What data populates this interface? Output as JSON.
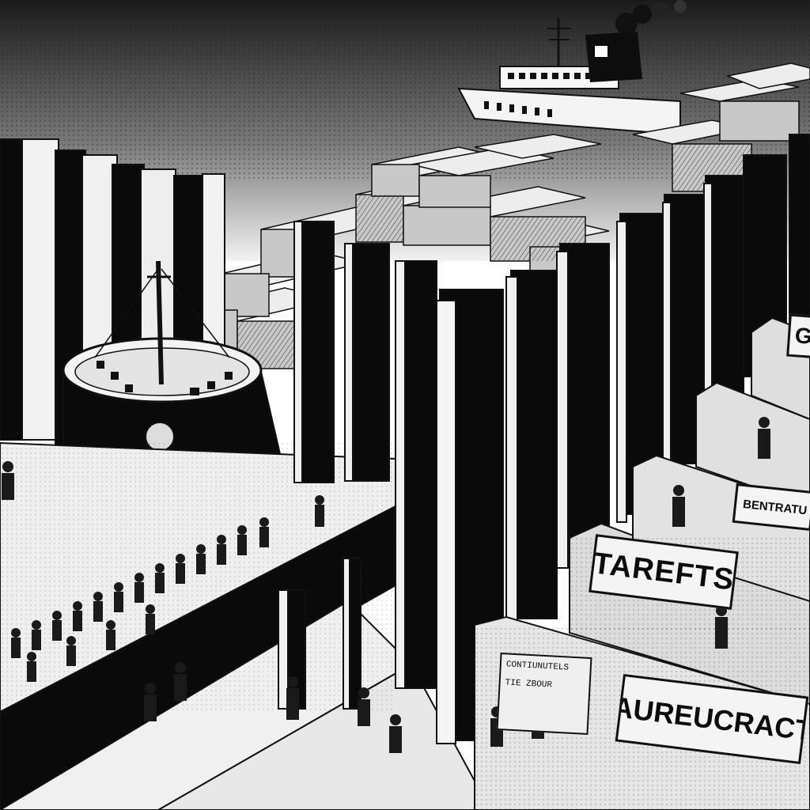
{
  "scene": {
    "signs": {
      "tarefts": "TAREFTS",
      "bureaucracy": "BAUREUCRACTY",
      "bentratu": "BENTRATU",
      "g_sign": "G",
      "small_sign_line1": "CONTIUNUTELS",
      "small_sign_line2": "TIE     ZBOUR"
    }
  }
}
